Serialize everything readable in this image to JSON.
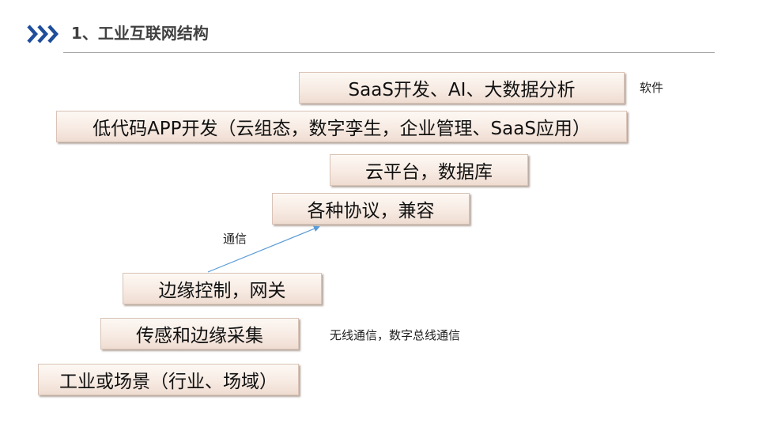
{
  "slide": {
    "title": "1、工业互联网结构"
  },
  "layers": [
    {
      "id": "saas-dev",
      "text": "SaaS开发、AI、大数据分析"
    },
    {
      "id": "lowcode",
      "text": "低代码APP开发（云组态，数字孪生，企业管理、SaaS应用）"
    },
    {
      "id": "cloud",
      "text": "云平台，数据库"
    },
    {
      "id": "protocols",
      "text": "各种协议，兼容"
    },
    {
      "id": "edge-control",
      "text": "边缘控制，网关"
    },
    {
      "id": "sensing",
      "text": "传感和边缘采集"
    },
    {
      "id": "industry",
      "text": "工业或场景（行业、场域）"
    }
  ],
  "annotations": {
    "software": "软件",
    "communication": "通信",
    "wireless": "无线通信，数字总线通信"
  },
  "colors": {
    "accent": "#1f4e9c",
    "arrow": "#5b9bd5",
    "box_top": "#fdf8f4",
    "box_bottom": "#efdcd1"
  }
}
